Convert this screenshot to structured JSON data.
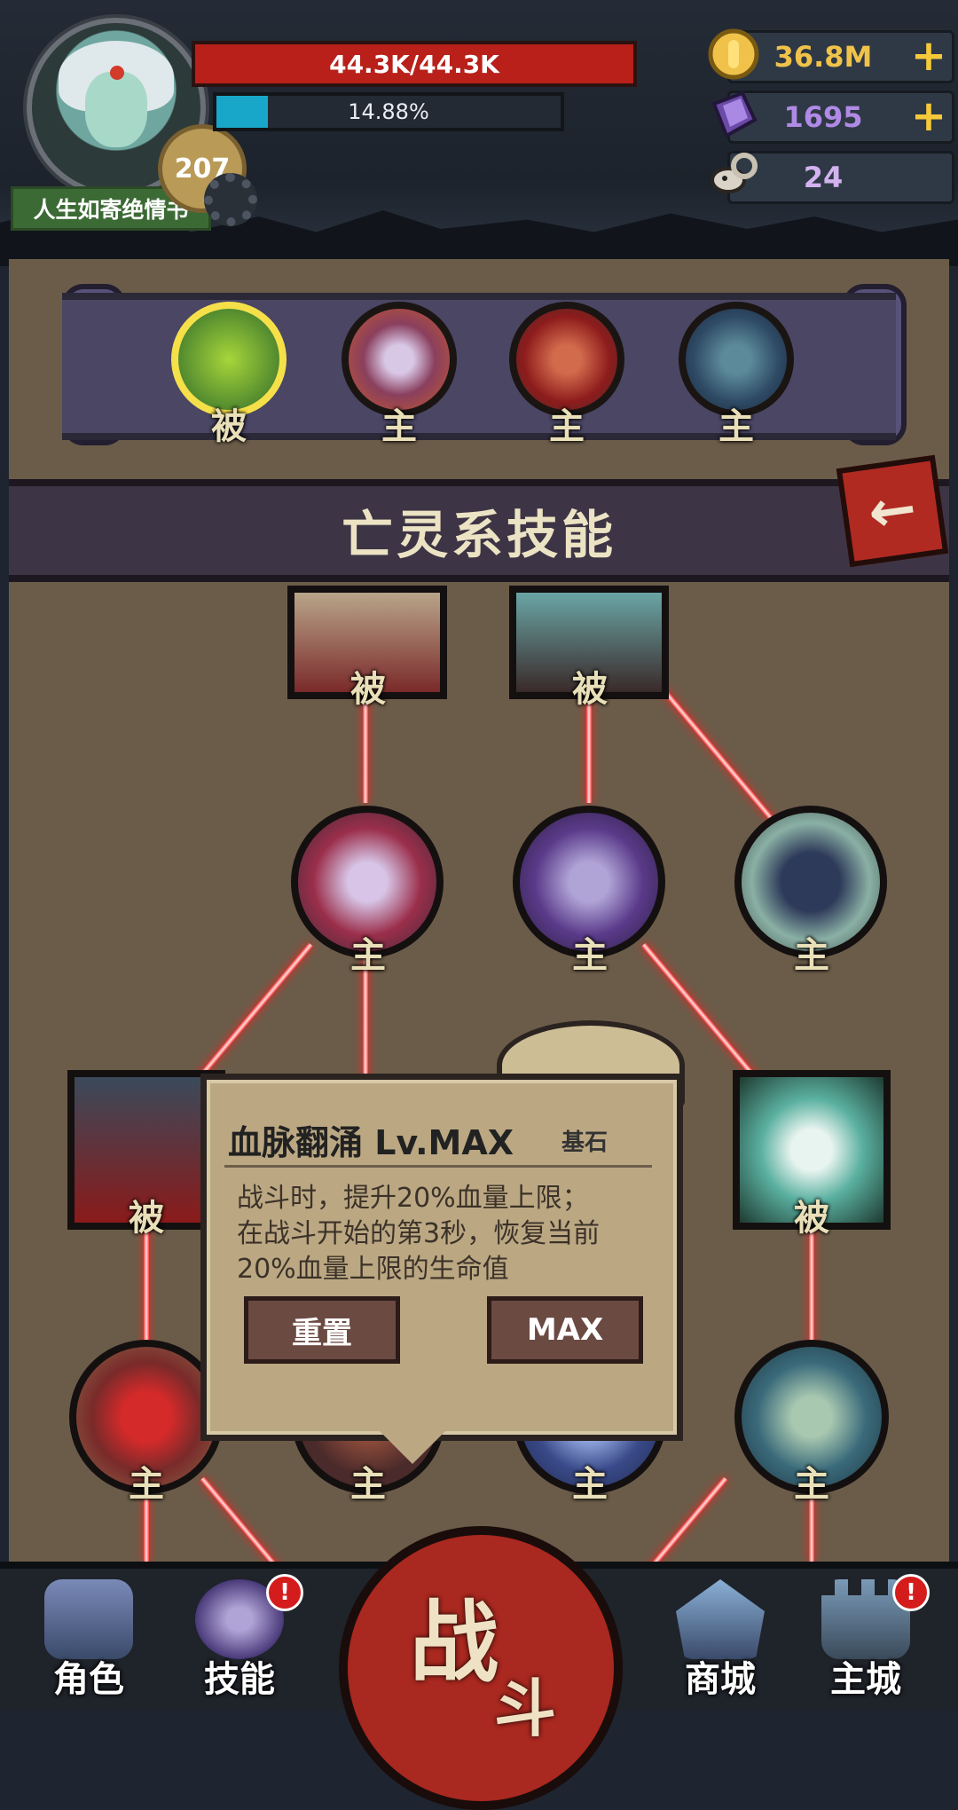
{
  "player": {
    "name": "人生如寄绝情书",
    "level": "207",
    "hp": "44.3K/44.3K",
    "exp_text": "14.88%",
    "exp_fraction": 0.1488
  },
  "resources": {
    "gold": "36.8M",
    "gems": "1695",
    "skulls": "24"
  },
  "equipped": {
    "slot1": "被",
    "slot2": "主",
    "slot3": "主",
    "slot4": "主"
  },
  "title": "亡灵系技能",
  "tree": {
    "r1c1": "被",
    "r1c2": "被",
    "r2c1": "主",
    "r2c2": "主",
    "r2c3": "主",
    "r3c0": "被",
    "r3c3": "被",
    "r4c0": "主",
    "r4c1": "主",
    "r4c2": "主",
    "r4c3": "主"
  },
  "tooltip": {
    "title": "血脉翻涌 Lv.MAX",
    "sub": "基石",
    "desc": "战斗时，提升20%血量上限；\n在战斗开始的第3秒，恢复当前\n20%血量上限的生命值",
    "reset": "重置",
    "max": "MAX"
  },
  "nav": {
    "role": "角色",
    "skill": "技能",
    "battle_a": "战",
    "battle_b": "斗",
    "shop": "商城",
    "city": "主城",
    "alert": "!"
  },
  "colors": {
    "hp": "#b82019",
    "exp": "#19a7c9",
    "gold": "#f0c24a",
    "gems": "#b08ae6",
    "skulls": "#d3b2f0"
  }
}
